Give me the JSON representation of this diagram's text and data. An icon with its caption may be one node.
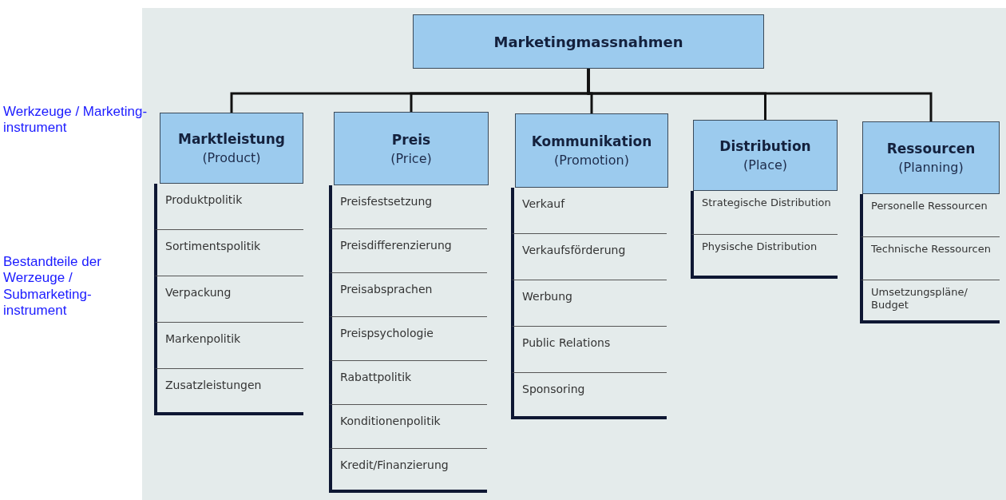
{
  "diagram": {
    "nodes": [
      {
        "text": [
          "Marketingmassnahmen"
        ]
      },
      {
        "text": [
          "Marktleistung",
          "(Product)"
        ]
      },
      {
        "text": [
          "Produktpolitik"
        ]
      },
      {
        "text": [
          "Sortimentspolitik"
        ]
      },
      {
        "text": [
          "Verpackung"
        ]
      },
      {
        "text": [
          "Markenpolitik"
        ]
      },
      {
        "text": [
          "Zusatzleistungen"
        ]
      },
      {
        "text": [
          "Preis",
          "(Price)"
        ]
      },
      {
        "text": [
          "Preisfestsetzung"
        ]
      },
      {
        "text": [
          "Preisdifferenzierung"
        ]
      },
      {
        "text": [
          "Preisabsprachen"
        ]
      },
      {
        "text": [
          "Preispsychologie"
        ]
      },
      {
        "text": [
          "Rabattpolitik"
        ]
      },
      {
        "text": [
          "Konditionenpolitik"
        ]
      },
      {
        "text": [
          "Kredit/Finanzierung"
        ]
      },
      {
        "text": [
          "Kommunikation",
          "(Promotion)"
        ]
      },
      {
        "text": [
          "Verkauf"
        ]
      },
      {
        "text": [
          "Verkaufsförderung"
        ]
      },
      {
        "text": [
          "Werbung"
        ]
      },
      {
        "text": [
          "Public Relations"
        ]
      },
      {
        "text": [
          "Sponsoring"
        ]
      },
      {
        "text": [
          "Distribution",
          "(Place)"
        ]
      },
      {
        "text": [
          "Strategische Distribution"
        ]
      },
      {
        "text": [
          "Physische Distribution"
        ]
      },
      {
        "text": [
          "Ressourcen",
          "(Planning)"
        ]
      },
      {
        "text": [
          "Personelle Ressourcen"
        ]
      },
      {
        "text": [
          "Technische Ressourcen"
        ]
      },
      {
        "text": [
          "Umsetzungspläne/ Budget"
        ]
      }
    ],
    "edges": [
      {
        "from": 0,
        "to": 1,
        "arrow": "none"
      },
      {
        "from": 0,
        "to": 7,
        "arrow": "none"
      },
      {
        "from": 0,
        "to": 15,
        "arrow": "none"
      },
      {
        "from": 0,
        "to": 21,
        "arrow": "none"
      },
      {
        "from": 0,
        "to": 24,
        "arrow": "none"
      }
    ],
    "labels": [
      "Werkzeuge / Marketing- instrument",
      "Bestandteile der Werzeuge / Submarketing- instrument"
    ]
  }
}
